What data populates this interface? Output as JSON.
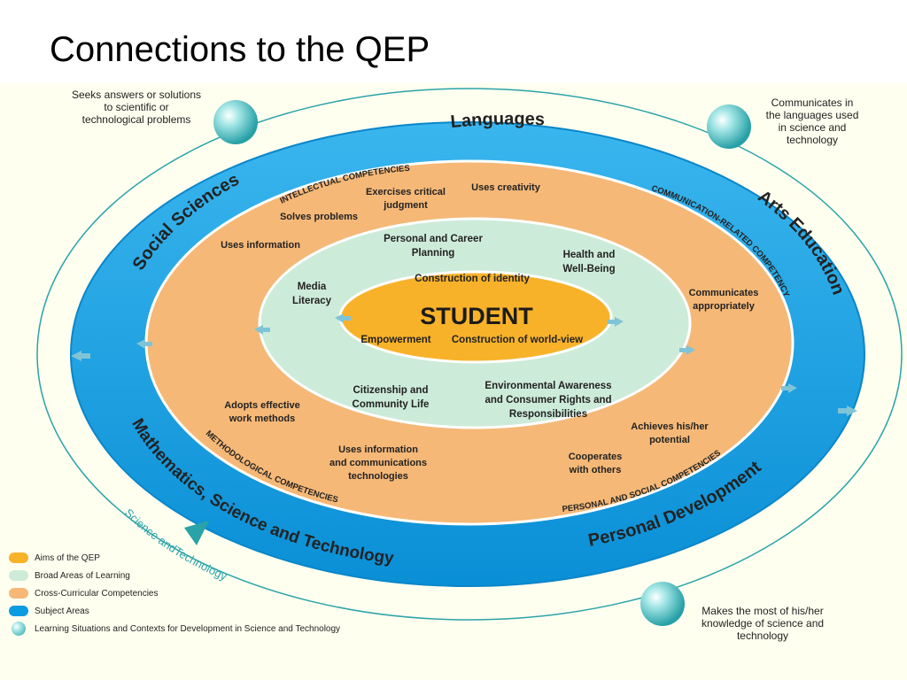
{
  "slide": {
    "title": "Connections to the QEP"
  },
  "colors": {
    "subject_areas": "#0a9be0",
    "cross_curricular": "#f5b877",
    "broad_areas": "#cdebd9",
    "aims": "#f8b229",
    "text_blue": "#1f3f8f",
    "teal": "#2aa3a8"
  },
  "center": {
    "student": "STUDENT",
    "aims": [
      "Construction of identity",
      "Empowerment",
      "Construction of world-view"
    ]
  },
  "subject_areas": {
    "languages": "Languages",
    "arts": "Arts Education",
    "personal": "Personal Development",
    "math": "Mathematics, Science and Technology",
    "social": "Social Sciences"
  },
  "competency_groups": {
    "intellectual": "INTELLECTUAL COMPETENCIES",
    "communication": "COMMUNICATION-RELATED COMPETENCY",
    "personal_social": "PERSONAL AND SOCIAL COMPETENCIES",
    "methodological": "METHODOLOGICAL COMPETENCIES"
  },
  "competencies": {
    "solves_problems": "Solves problems",
    "critical": [
      "Exercises critical",
      "judgment"
    ],
    "creativity": "Uses creativity",
    "uses_info": "Uses information",
    "communicates": [
      "Communicates",
      "appropriately"
    ],
    "achieves": [
      "Achieves his/her",
      "potential"
    ],
    "cooperates": [
      "Cooperates",
      "with others"
    ],
    "ict": [
      "Uses information",
      "and communications",
      "technologies"
    ],
    "work_methods": [
      "Adopts effective",
      "work methods"
    ]
  },
  "broad_areas": {
    "career": [
      "Personal and Career",
      "Planning"
    ],
    "health": [
      "Health and",
      "Well-Being"
    ],
    "media": [
      "Media",
      "Literacy"
    ],
    "citizenship": [
      "Citizenship and",
      "Community Life"
    ],
    "environment": [
      "Environmental Awareness",
      "and Consumer Rights and",
      "Responsibilities"
    ]
  },
  "science_arc": "Science andTechnology",
  "callouts": {
    "top_left": [
      "Seeks answers or solutions",
      "to scientific or",
      "technological problems"
    ],
    "top_right": [
      "Communicates in",
      "the languages used",
      "in science and",
      "technology"
    ],
    "bottom_right": [
      "Makes the most of his/her",
      "knowledge of science and",
      "technology"
    ]
  },
  "legend": [
    {
      "label": "Aims of the QEP",
      "color": "#f8b229"
    },
    {
      "label": "Broad Areas of Learning",
      "color": "#cdebd9"
    },
    {
      "label": "Cross-Curricular Competencies",
      "color": "#f5b877"
    },
    {
      "label": "Subject Areas",
      "color": "#0a9be0"
    },
    {
      "label": "Learning Situations and Contexts for Development in Science and Technology",
      "icon": "teal-sphere-icon"
    }
  ]
}
